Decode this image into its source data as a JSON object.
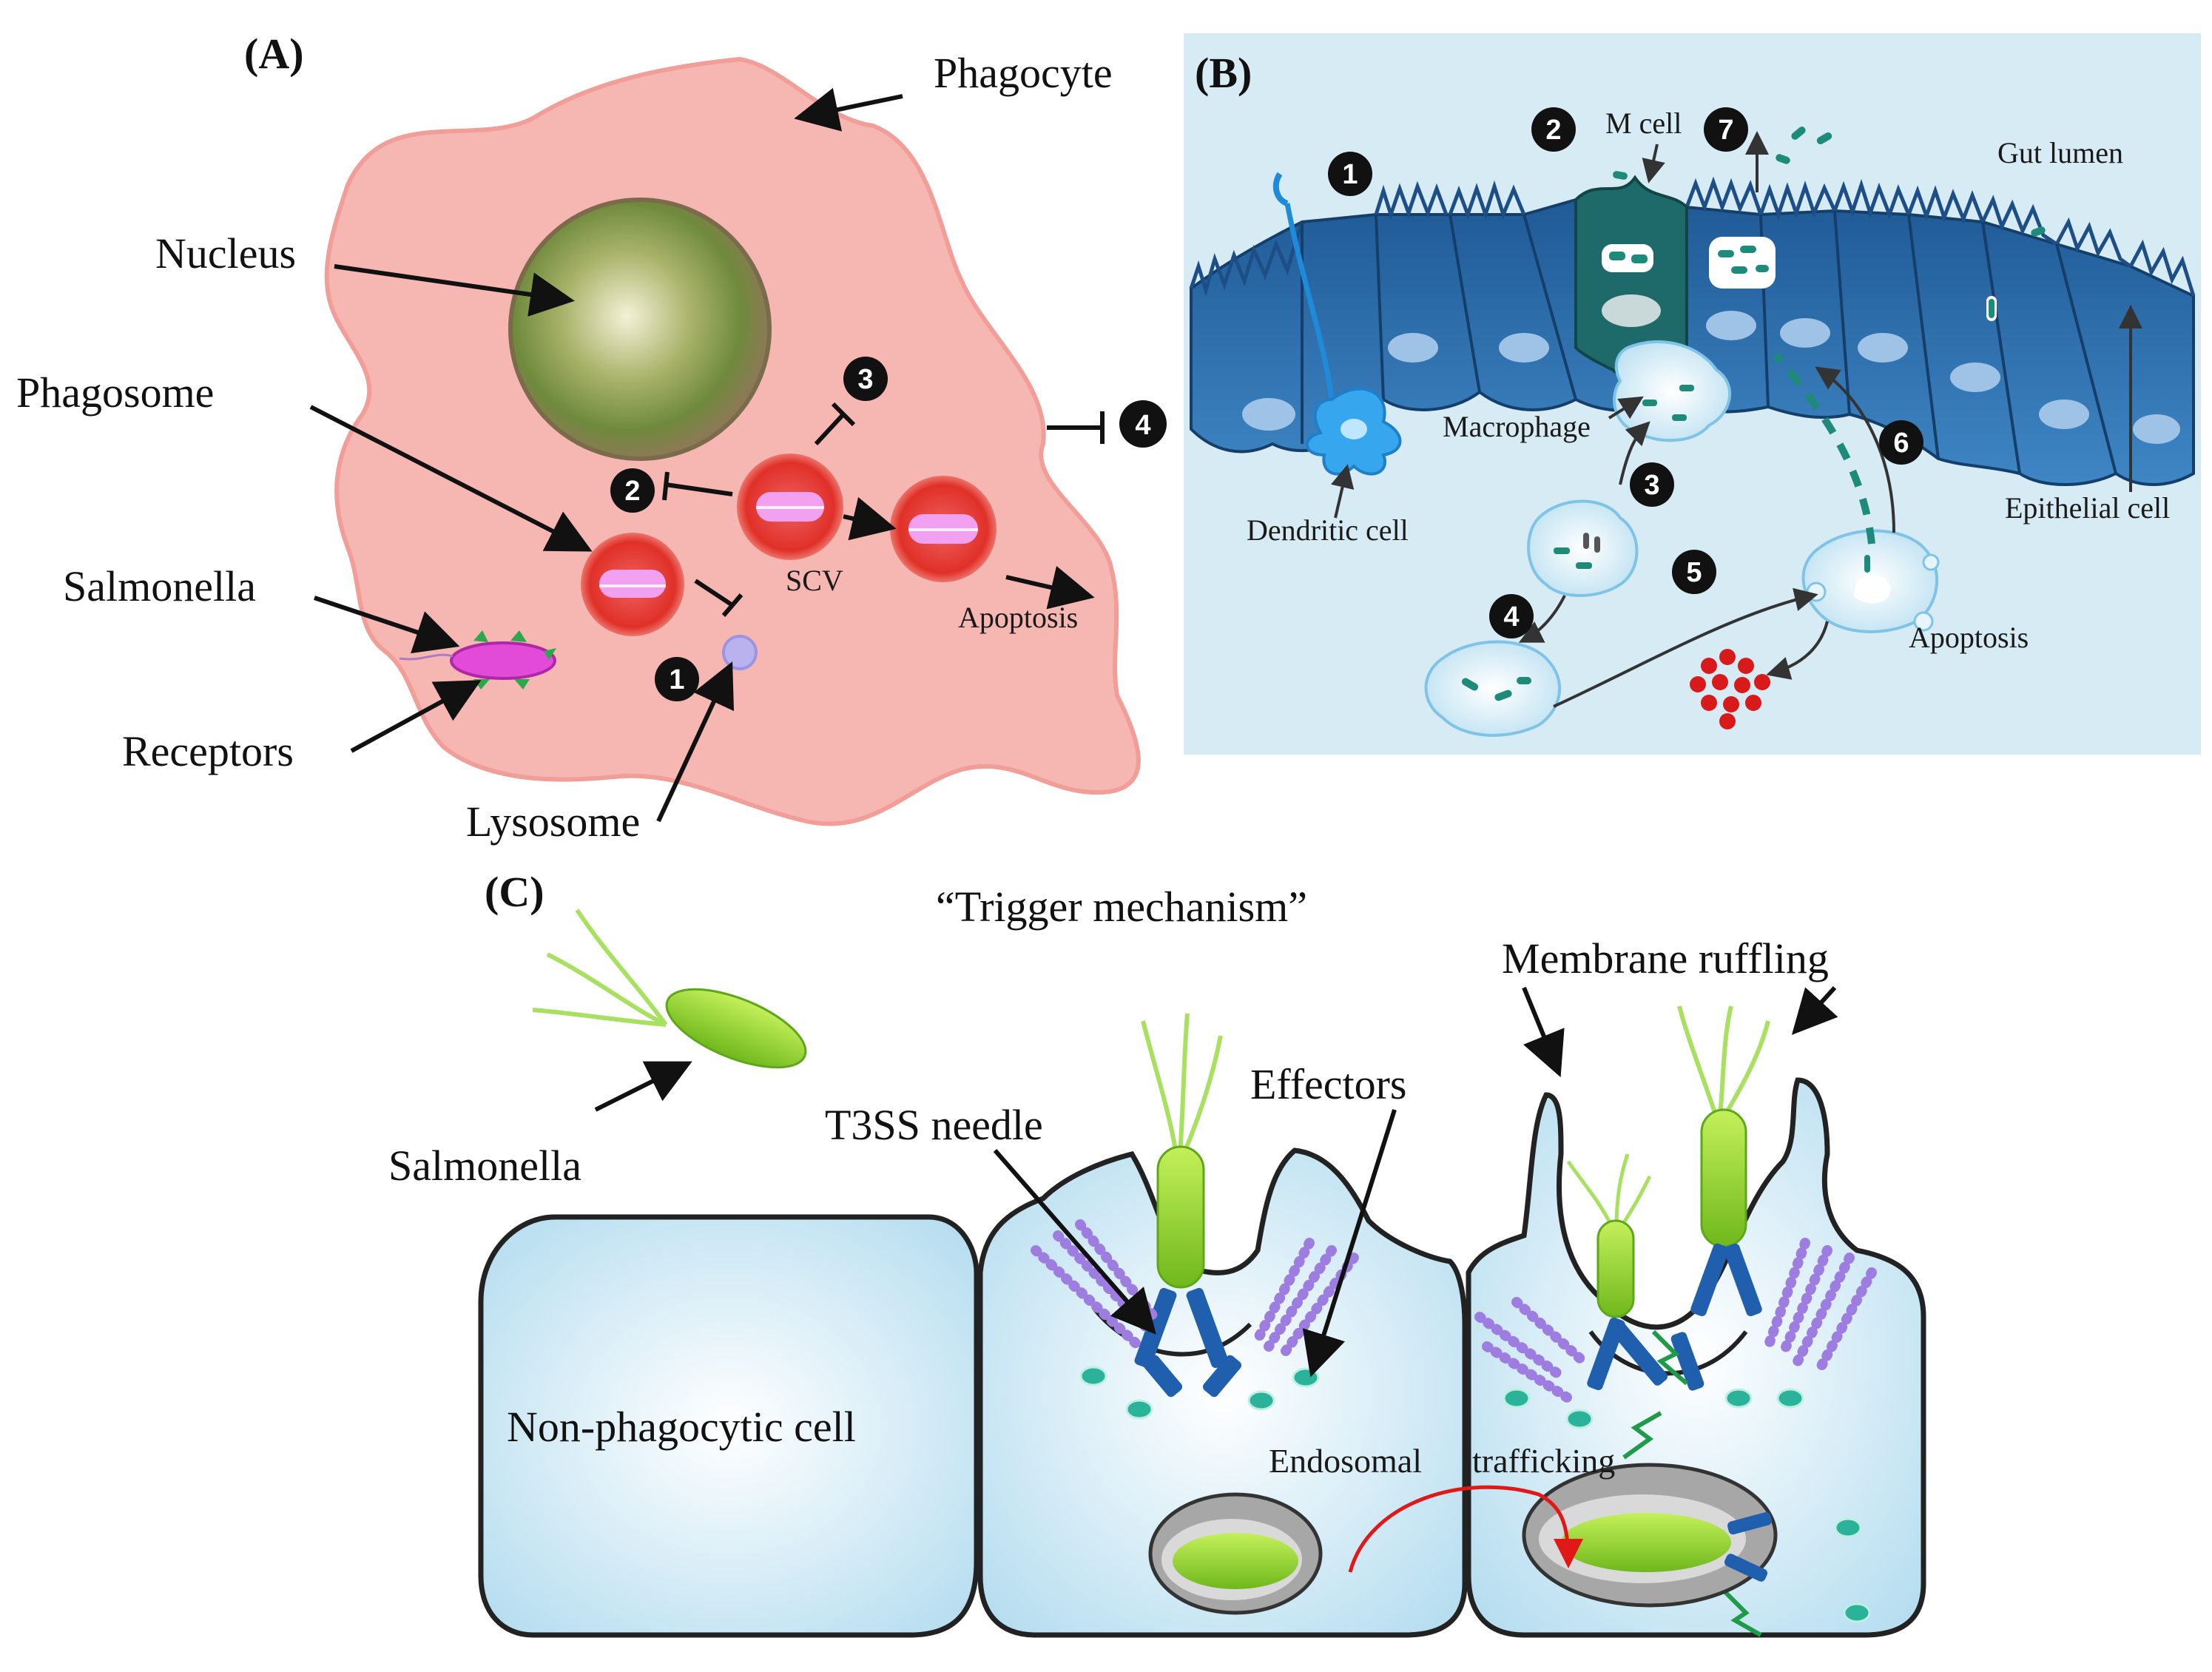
{
  "panel_a": {
    "panel_label": "(A)",
    "phagocyte": "Phagocyte",
    "nucleus": "Nucleus",
    "phagosome": "Phagosome",
    "salmonella": "Salmonella",
    "receptors": "Receptors",
    "lysosome": "Lysosome",
    "scv": "SCV",
    "apoptosis": "Apoptosis",
    "steps": [
      "1",
      "2",
      "3",
      "4"
    ]
  },
  "panel_b": {
    "panel_label": "(B)",
    "m_cell": "M cell",
    "gut_lumen": "Gut lumen",
    "macrophage": "Macrophage",
    "dendritic_cell": "Dendritic cell",
    "epithelial_cell": "Epithelial cell",
    "apoptosis": "Apoptosis",
    "steps": [
      "1",
      "2",
      "3",
      "4",
      "5",
      "6",
      "7"
    ]
  },
  "panel_c": {
    "panel_label": "(C)",
    "title": "“Trigger mechanism”",
    "membrane_ruffling": "Membrane ruffling",
    "effectors": "Effectors",
    "t3ss_needle": "T3SS needle",
    "salmonella": "Salmonella",
    "non_phagocytic_cell": "Non-phagocytic cell",
    "endosomal": "Endosomal",
    "trafficking": "trafficking"
  },
  "colors": {
    "phagocyte_pink": "#f6b7b3",
    "vacuole_red": "#e8302a",
    "bacterium_magenta": "#e24bd8",
    "epithelium_blue": "#2a6aa6",
    "lumen_bg": "#d4eaf3",
    "cell_blue": "#cfeaf6",
    "bacterium_green": "#8bd22a",
    "effector_teal": "#2ab39a",
    "needle_blue": "#1f5fae"
  }
}
